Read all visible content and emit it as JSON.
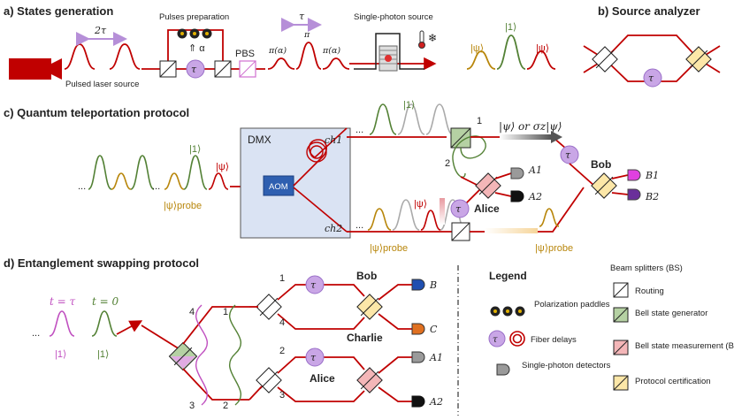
{
  "colors": {
    "red": "#c00000",
    "green": "#538135",
    "gold": "#b8860b",
    "magenta": "#c050c0",
    "purple": "#c9a6e6",
    "blue": "#2e5fb0",
    "orange": "#e07020",
    "gray": "#9a9a9a"
  },
  "panel_a": {
    "title": "a) States generation",
    "two_tau": "2τ",
    "laser_label": "Pulsed laser source",
    "pulses_prep": "Pulses preparation",
    "alpha": "⇑ α",
    "tau": "τ",
    "pbs": "PBS",
    "pi_alpha_left": "π(α)",
    "pi": "π",
    "pi_alpha_right": "π(α)",
    "tau_top": "τ",
    "sps": "Single-photon source",
    "ket_psi_left": "|ψ⟩",
    "ket_one": "|1⟩",
    "ket_psi_right": "|ψ⟩"
  },
  "panel_b": {
    "title": "b) Source analyzer",
    "tau": "τ"
  },
  "panel_c": {
    "title": "c) Quantum teleportation protocol",
    "ket_one_in": "|1⟩",
    "ket_psi_in": "|ψ⟩",
    "psi_probe_in": "|ψ⟩probe",
    "dots1": "...",
    "dots2": "...",
    "dmx": "DMX",
    "aom": "AOM",
    "ch1": "ch1",
    "ch2": "ch2",
    "dots_top": "...",
    "ket_one_top": "|1⟩",
    "dots_bot": "...",
    "ket_psi_bot": "|ψ⟩",
    "psi_probe_bot": "|ψ⟩probe",
    "psi_probe_out": "|ψ⟩probe",
    "port1": "1",
    "port2": "2",
    "output_states": "|ψ⟩ or σz|ψ⟩",
    "a1": "A1",
    "a2": "A2",
    "alice": "Alice",
    "tau_alice": "τ",
    "tau_bob": "τ",
    "bob": "Bob",
    "b1": "B1",
    "b2": "B2"
  },
  "panel_d": {
    "title": "d) Entanglement swapping protocol",
    "t_tau": "t = τ",
    "t_zero": "t = 0",
    "ket_one_magenta": "|1⟩",
    "ket_one_green": "|1⟩",
    "dots": "...",
    "n4_left": "4",
    "n1_left": "1",
    "n3_left": "3",
    "n2_left": "2",
    "n1": "1",
    "n4": "4",
    "n2": "2",
    "n3": "3",
    "tau_top": "τ",
    "tau_bot": "τ",
    "bob": "Bob",
    "charlie": "Charlie",
    "alice": "Alice",
    "b": "B",
    "c": "C",
    "a1": "A1",
    "a2": "A2"
  },
  "legend": {
    "title": "Legend",
    "paddles": "Polarization paddles",
    "delays": "Fiber delays",
    "tau": "τ",
    "detectors": "Single-photon detectors",
    "bs_title": "Beam splitters (BS)",
    "routing": "Routing",
    "bell_gen": "Bell state generator",
    "bsm": "Bell state measurement (BSM)",
    "cert": "Protocol certification"
  }
}
